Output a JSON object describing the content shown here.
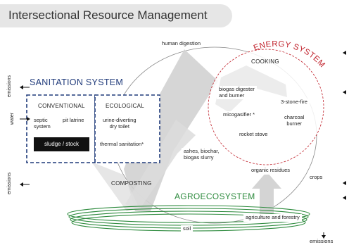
{
  "title": "Intersectional Resource Management",
  "energy": {
    "system_label": "ENERGY SYSTEM",
    "cooking": "COOKING",
    "biogas_line1": "biogas digester",
    "biogas_line2": "and burner",
    "micogasifier": "micogasifier *",
    "three_stone": "3-stone-fire",
    "charcoal_line1": "charcoal",
    "charcoal_line2": "burner",
    "rocket_stove": "rocket stove"
  },
  "flows": {
    "human_digestion": "human digestion",
    "ashes_line1": "ashes, biochar,",
    "ashes_line2": "biogas slurry",
    "organic_residues": "organic residues",
    "crops": "crops",
    "composting": "COMPOSTING"
  },
  "sanitation": {
    "title": "SANITATION SYSTEM",
    "conventional": "CONVENTIONAL",
    "ecological": "ECOLOGICAL",
    "septic_line1": "septic",
    "septic_line2": "system",
    "pit_latrine": "pit latrine",
    "urine_line1": "urine-diverting",
    "urine_line2": "dry toilet",
    "thermal": "thermal sanitation*",
    "sludge": "sludge / stock"
  },
  "agro": {
    "title": "AGROECOSYSTEM",
    "agriculture": "agriculture and forestry",
    "soil": "soil"
  },
  "side": {
    "emissions_top": "emissions",
    "water": "water",
    "emissions_mid": "emissions",
    "emissions_bottom": "emissions"
  },
  "colors": {
    "sanitation": "#1f3a7a",
    "energy": "#c0202a",
    "agro": "#2e8b3e",
    "arrow": "#cfcfcf"
  }
}
